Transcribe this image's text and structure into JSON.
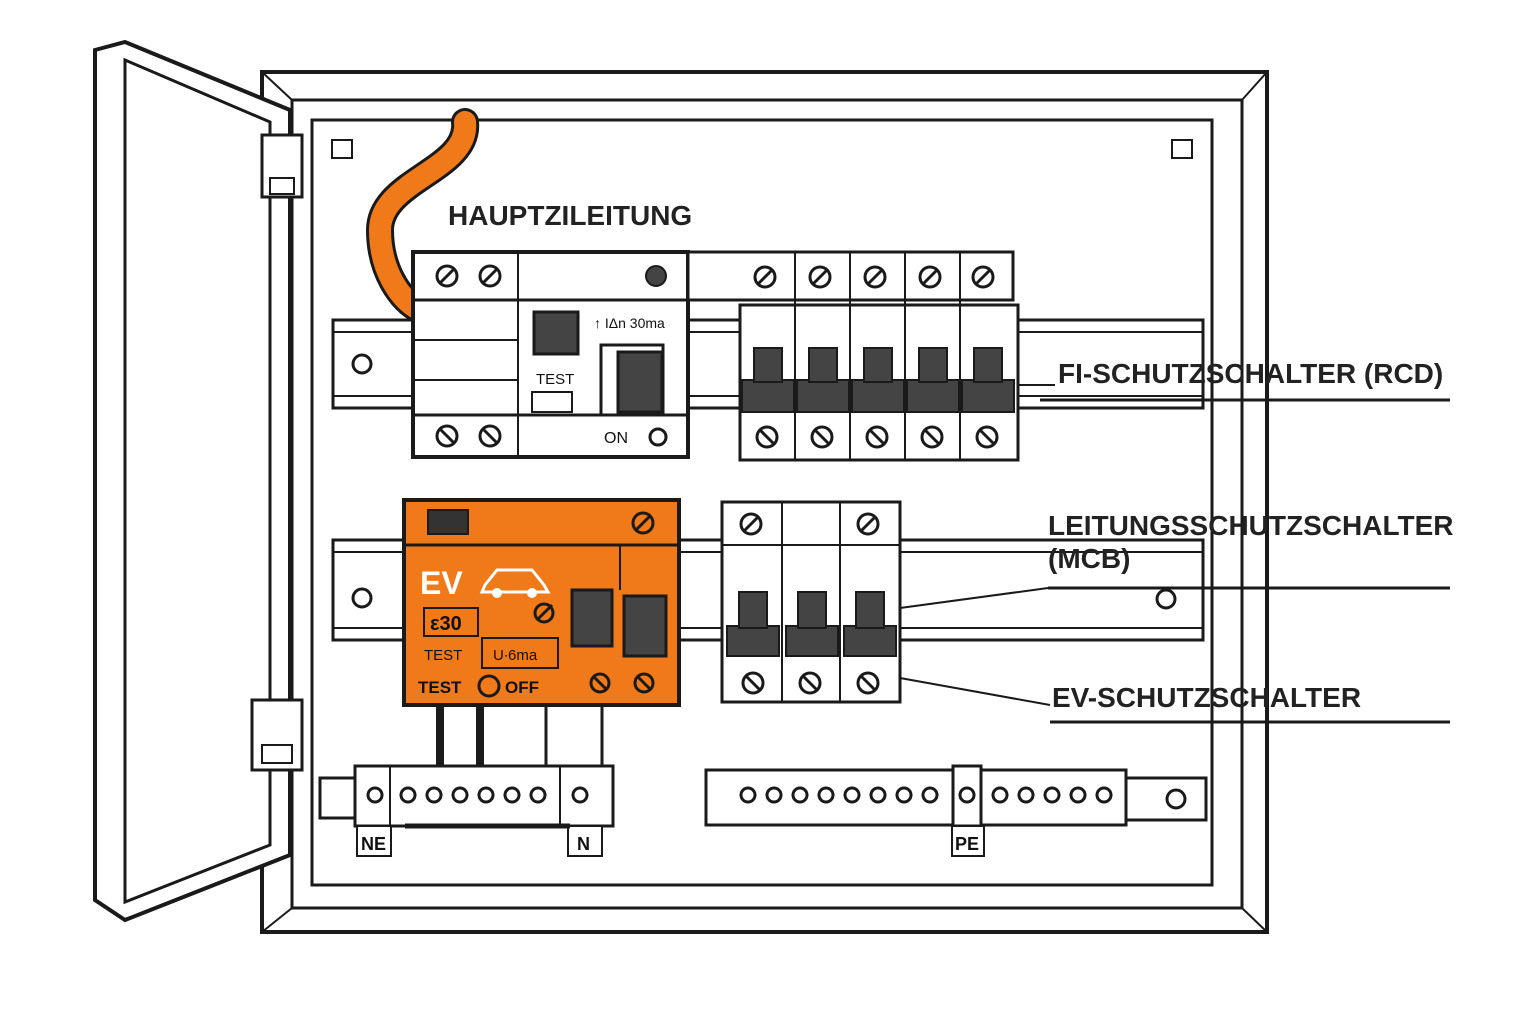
{
  "labels": {
    "main_line": "HAUPTZILEITUNG",
    "rcd": "FI-SCHUTZSCHALTER (RCD)",
    "mcb_line1": "LEITUNGSSCHUTZSCHALTER",
    "mcb_line2": "(MCB)",
    "ev": "EV-SCHUTZSCHALTER"
  },
  "rcd_module": {
    "rating": "↑ IΔn 30ma",
    "test": "TEST",
    "on": "ON"
  },
  "ev_module": {
    "title": "EV",
    "rating": "ε30",
    "test_small": "TEST",
    "fault": "U∙6ma",
    "test_button": "TEST",
    "off": "OFF"
  },
  "terminals": {
    "ne": "NE",
    "n": "N",
    "pe": "PE"
  },
  "colors": {
    "accent_orange": "#f07a1a",
    "outline": "#1a1a1a",
    "switch_dark": "#444444"
  },
  "icons": [
    "car-icon",
    "screw-icon",
    "door-hinge-icon"
  ]
}
